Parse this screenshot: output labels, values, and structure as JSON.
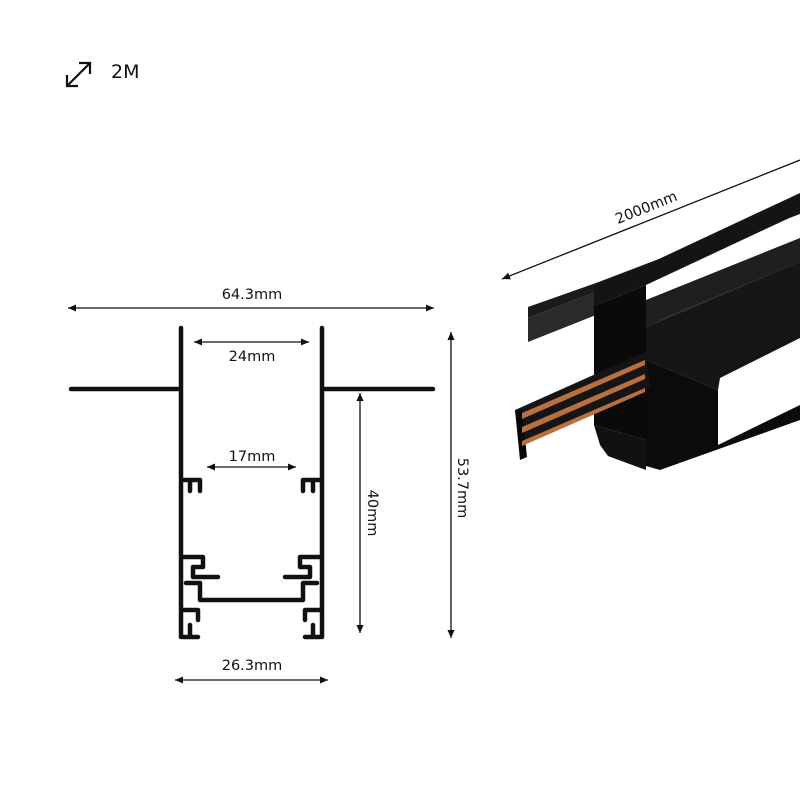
{
  "length_badge": {
    "label": "2M"
  },
  "profile_drawing": {
    "dimensions": {
      "overall_width": "64.3mm",
      "inner_width": "24mm",
      "slot_width": "17mm",
      "bottom_width": "26.3mm",
      "channel_depth": "40mm",
      "overall_height": "53.7mm"
    }
  },
  "product_render": {
    "length": "2000mm",
    "colors": {
      "body": "#0d0d0d",
      "conductor": "#b8703f",
      "shade": "#2a2a2a"
    }
  }
}
